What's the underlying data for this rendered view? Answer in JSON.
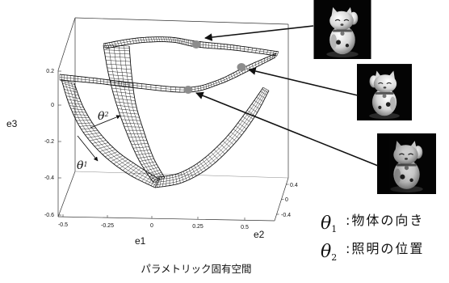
{
  "colors": {
    "dot": "#8c8c8c",
    "mesh": "#111111",
    "photo_background": "#040404"
  },
  "plot": {
    "axis_labels": {
      "e1": "e1",
      "e2": "e2",
      "e3": "e3"
    },
    "e3_ticks": [
      "0.2",
      "0",
      "-0.2",
      "-0.4",
      "-0.6"
    ],
    "e1_ticks": [
      "-0.5",
      "-0.25",
      "0",
      "0.25",
      "0.5"
    ],
    "e2_ticks": [
      "0.4",
      "0",
      "-0.4"
    ],
    "theta2_label": {
      "symbol": "θ",
      "sub": "2"
    },
    "theta1_label": {
      "symbol": "θ",
      "sub": "1"
    }
  },
  "legend": [
    {
      "symbol": "θ",
      "sub": "1",
      "text": ":物体の向き"
    },
    {
      "symbol": "θ",
      "sub": "2",
      "text": ":照明の位置"
    }
  ],
  "caption": "パラメトリック固有空間"
}
